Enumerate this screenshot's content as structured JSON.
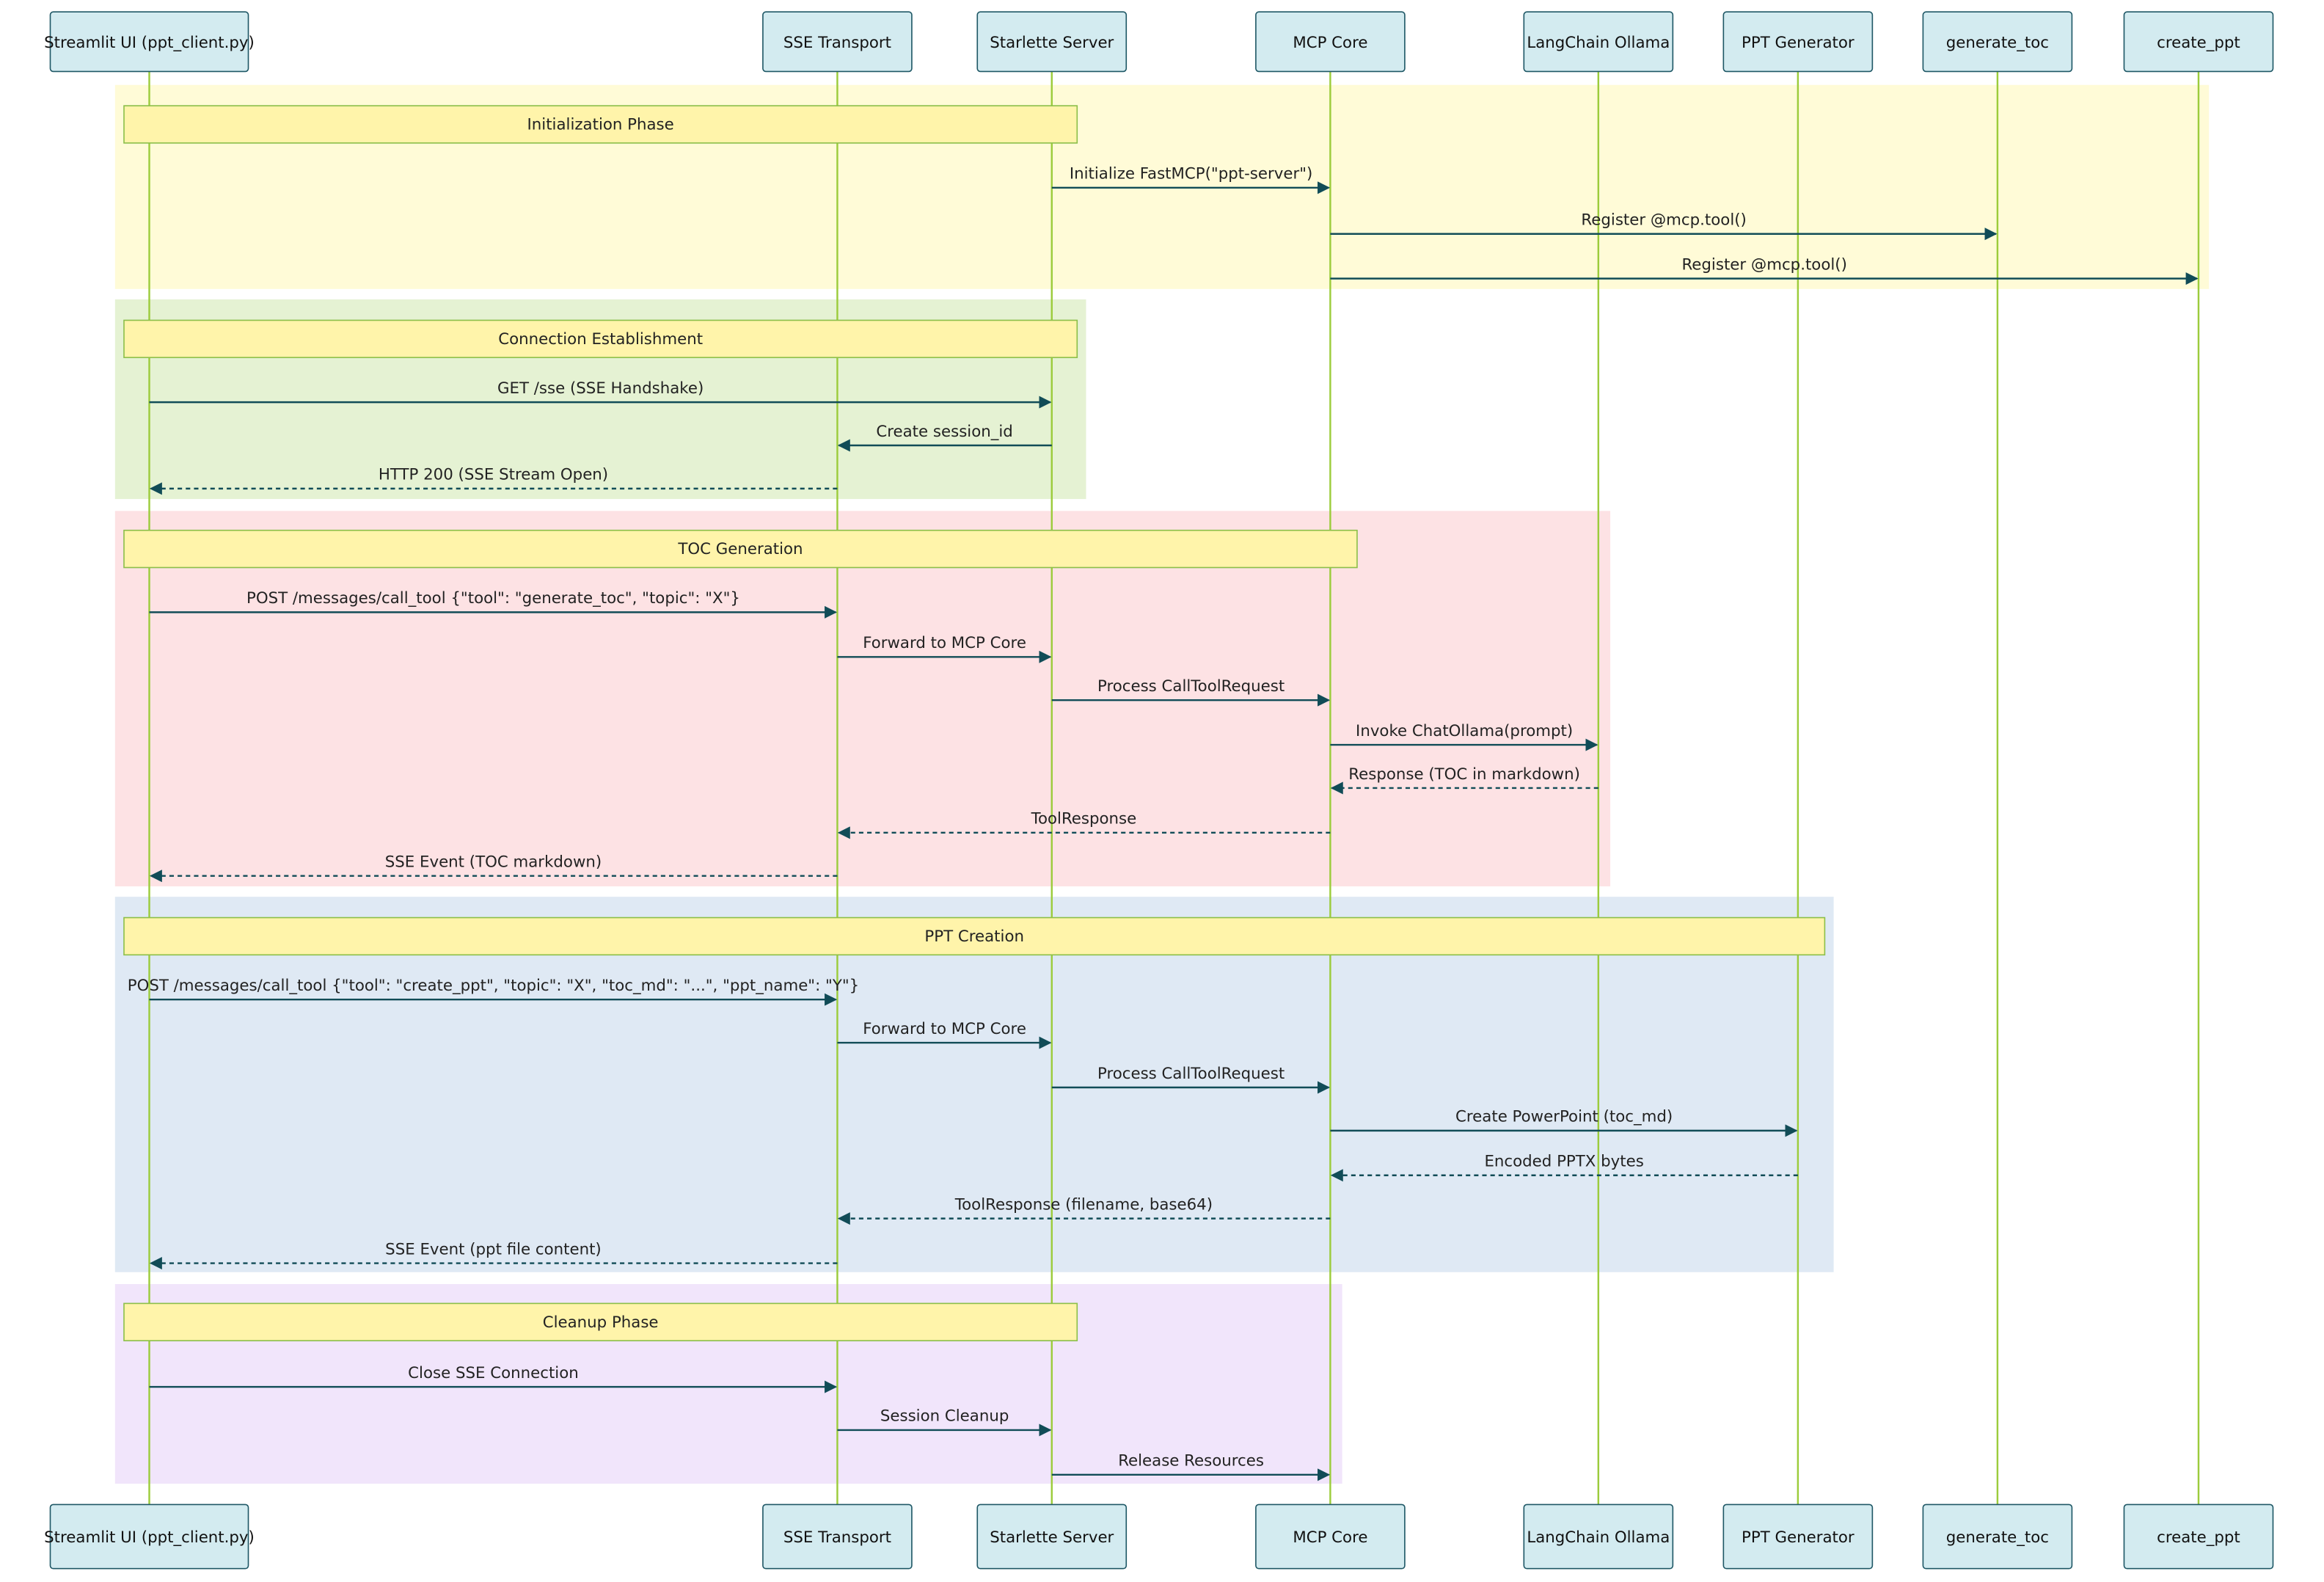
{
  "diagram": {
    "type": "sequence",
    "participants": [
      {
        "id": "ui",
        "label": "Streamlit UI (ppt_client.py)"
      },
      {
        "id": "sse",
        "label": "SSE Transport"
      },
      {
        "id": "star",
        "label": "Starlette Server"
      },
      {
        "id": "mcp",
        "label": "MCP Core"
      },
      {
        "id": "llm",
        "label": "LangChain Ollama"
      },
      {
        "id": "ppt",
        "label": "PPT Generator"
      },
      {
        "id": "gtoc",
        "label": "generate_toc"
      },
      {
        "id": "cppt",
        "label": "create_ppt"
      }
    ],
    "phases": [
      {
        "label": "Initialization Phase",
        "color": "#fffbd7",
        "note_over": [
          "ui",
          "star"
        ],
        "messages": [
          {
            "from": "star",
            "to": "mcp",
            "text": "Initialize FastMCP(\"ppt-server\")",
            "dashed": false
          },
          {
            "from": "mcp",
            "to": "gtoc",
            "text": "Register @mcp.tool()",
            "dashed": false
          },
          {
            "from": "mcp",
            "to": "cppt",
            "text": "Register @mcp.tool()",
            "dashed": false
          }
        ]
      },
      {
        "label": "Connection Establishment",
        "color": "#e5f2d3",
        "note_over": [
          "ui",
          "star"
        ],
        "messages": [
          {
            "from": "ui",
            "to": "star",
            "text": "GET /sse (SSE Handshake)",
            "dashed": false
          },
          {
            "from": "star",
            "to": "sse",
            "text": "Create session_id",
            "dashed": false
          },
          {
            "from": "sse",
            "to": "ui",
            "text": "HTTP 200 (SSE Stream Open)",
            "dashed": true
          }
        ]
      },
      {
        "label": "TOC Generation",
        "color": "#fde2e4",
        "note_over": [
          "ui",
          "mcp"
        ],
        "messages": [
          {
            "from": "ui",
            "to": "sse",
            "text": "POST /messages/call_tool {\"tool\": \"generate_toc\", \"topic\": \"X\"}",
            "dashed": false
          },
          {
            "from": "sse",
            "to": "star",
            "text": "Forward to MCP Core",
            "dashed": false
          },
          {
            "from": "star",
            "to": "mcp",
            "text": "Process CallToolRequest",
            "dashed": false
          },
          {
            "from": "mcp",
            "to": "llm",
            "text": "Invoke ChatOllama(prompt)",
            "dashed": false
          },
          {
            "from": "llm",
            "to": "mcp",
            "text": "Response (TOC in markdown)",
            "dashed": true
          },
          {
            "from": "mcp",
            "to": "sse",
            "text": "ToolResponse",
            "dashed": true
          },
          {
            "from": "sse",
            "to": "ui",
            "text": "SSE Event (TOC markdown)",
            "dashed": true
          }
        ]
      },
      {
        "label": "PPT Creation",
        "color": "#dfe9f4",
        "note_over": [
          "ui",
          "ppt"
        ],
        "messages": [
          {
            "from": "ui",
            "to": "sse",
            "text": "POST /messages/call_tool {\"tool\": \"create_ppt\", \"topic\": \"X\", \"toc_md\": \"...\", \"ppt_name\": \"Y\"}",
            "dashed": false
          },
          {
            "from": "sse",
            "to": "star",
            "text": "Forward to MCP Core",
            "dashed": false
          },
          {
            "from": "star",
            "to": "mcp",
            "text": "Process CallToolRequest",
            "dashed": false
          },
          {
            "from": "mcp",
            "to": "ppt",
            "text": "Create PowerPoint (toc_md)",
            "dashed": false
          },
          {
            "from": "ppt",
            "to": "mcp",
            "text": "Encoded PPTX bytes",
            "dashed": true
          },
          {
            "from": "mcp",
            "to": "sse",
            "text": "ToolResponse (filename, base64)",
            "dashed": true
          },
          {
            "from": "sse",
            "to": "ui",
            "text": "SSE Event (ppt file content)",
            "dashed": true
          }
        ]
      },
      {
        "label": "Cleanup Phase",
        "color": "#f1e5fb",
        "note_over": [
          "ui",
          "star"
        ],
        "messages": [
          {
            "from": "ui",
            "to": "sse",
            "text": "Close SSE Connection",
            "dashed": false
          },
          {
            "from": "sse",
            "to": "star",
            "text": "Session Cleanup",
            "dashed": false
          },
          {
            "from": "star",
            "to": "mcp",
            "text": "Release Resources",
            "dashed": false
          }
        ]
      }
    ]
  }
}
